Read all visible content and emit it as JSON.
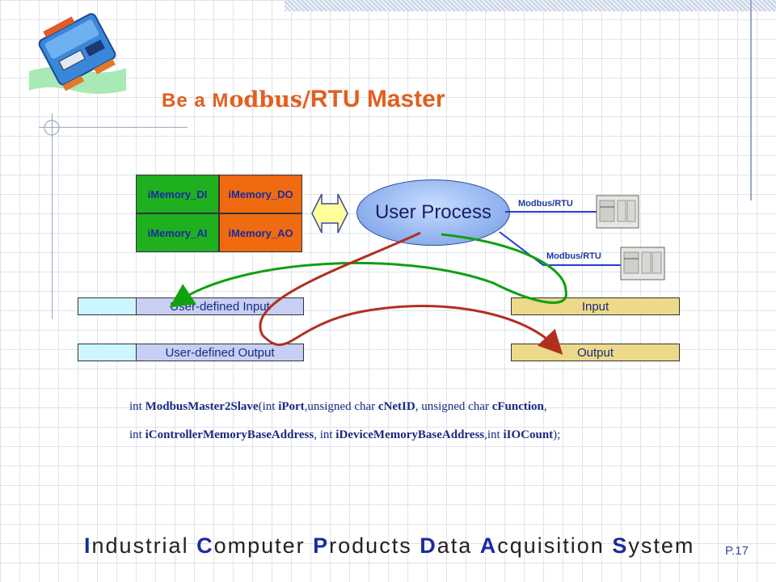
{
  "title": {
    "part1": "Be a M",
    "part2": "odbus/",
    "part3": "RTU Master"
  },
  "memory_blocks": {
    "di": "iMemory_DI",
    "do": "iMemory_DO",
    "ai": "iMemory_AI",
    "ao": "iMemory_AO"
  },
  "user_process": "User Process",
  "modbus_label_1": "Modbus/RTU",
  "modbus_label_2": "Modbus/RTU",
  "bars": {
    "user_input": "User-defined Input",
    "user_output": "User-defined Output",
    "input": "Input",
    "output": "Output"
  },
  "code": {
    "l1_a": "int ",
    "l1_b": "ModbusMaster2Slave",
    "l1_c": "(int ",
    "l1_d": "iPort",
    "l1_e": ",unsigned char ",
    "l1_f": "cNetID",
    "l1_g": ", unsigned char ",
    "l1_h": "cFunction",
    "l1_i": ",",
    "l2_a": "int ",
    "l2_b": "iControllerMemoryBaseAddress",
    "l2_c": ", int ",
    "l2_d": "iDeviceMemoryBaseAddress",
    "l2_e": ",int ",
    "l2_f": "iIOCount",
    "l2_g": ");"
  },
  "footer": {
    "c1": "I",
    "w1": "ndustrial ",
    "c2": "C",
    "w2": "omputer ",
    "c3": "P",
    "w3": "roducts ",
    "c4": "D",
    "w4": "ata ",
    "c5": "A",
    "w5": "cquisition ",
    "c6": "S",
    "w6": "ystem"
  },
  "page_number": "P.17",
  "colors": {
    "title": "#e06020",
    "green_block": "#1fb01f",
    "orange_block": "#f06a10",
    "arrow_green": "#10a010",
    "arrow_red": "#b03020",
    "link_blue": "#2a3ad0"
  }
}
